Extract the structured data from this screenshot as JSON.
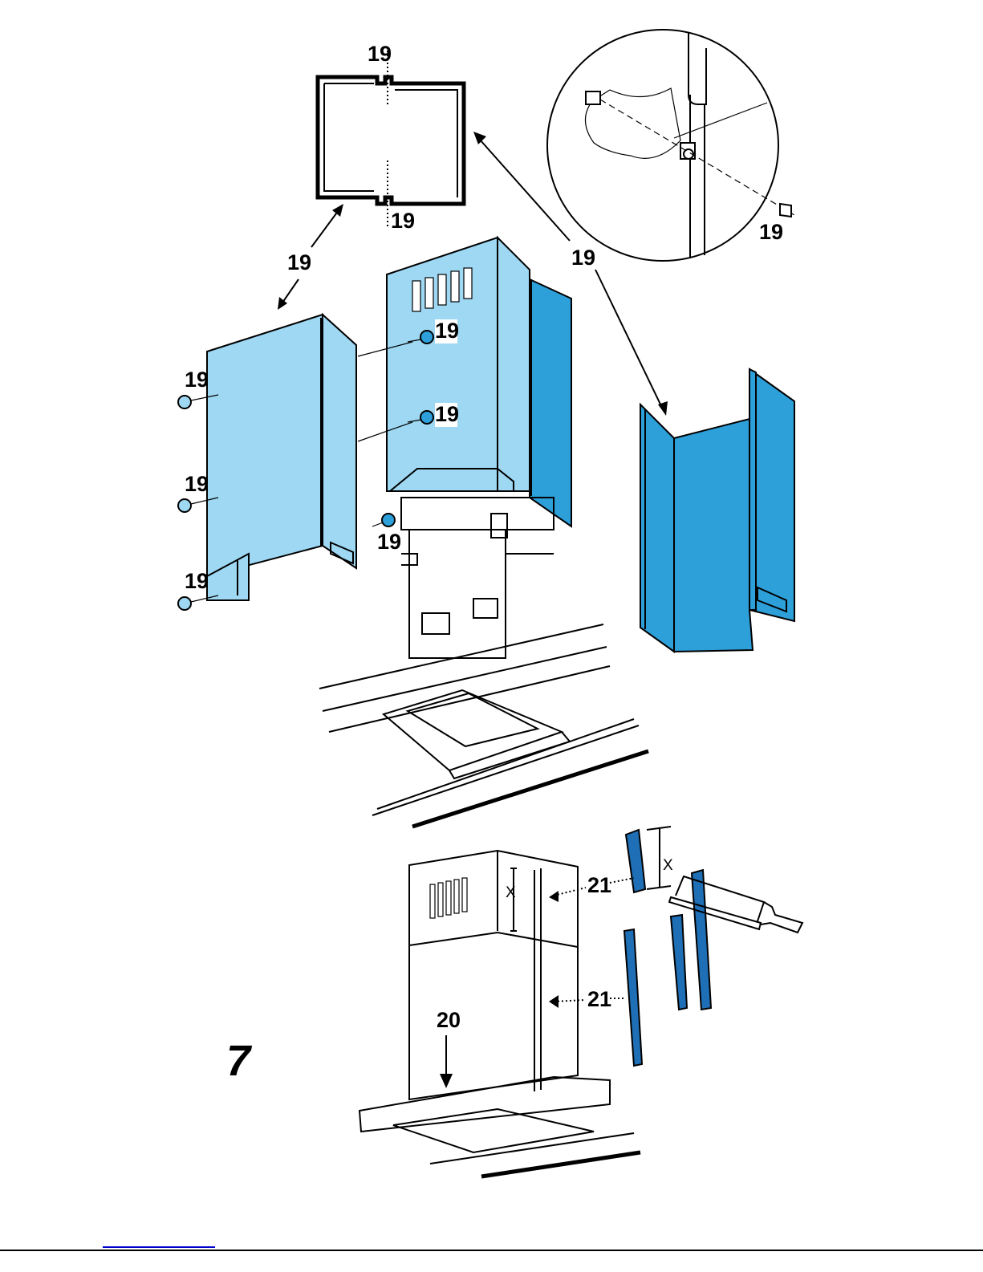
{
  "figure_number": "7",
  "callouts": {
    "c19": "19",
    "c20": "20",
    "c21": "21",
    "x": "X"
  },
  "colors": {
    "light_blue": "#9ed8f3",
    "medium_blue": "#2d9fd9",
    "dark_blue": "#1e6fb5"
  }
}
